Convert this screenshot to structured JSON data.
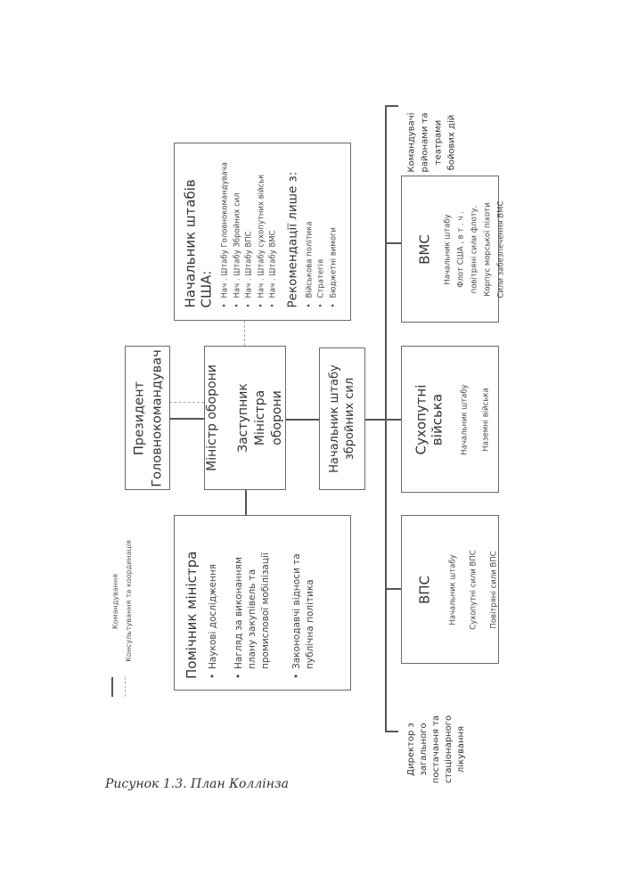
{
  "legend": {
    "command": "Командування",
    "consult": "Консультування та координація"
  },
  "president": {
    "line1": "Президент",
    "line2": "Головнокомандувач"
  },
  "minister": {
    "title": "Міністр оборони",
    "deputy": "Заступник Міністра оборони"
  },
  "chief_of_staff": {
    "title": "Начальник штабу збройних сил"
  },
  "joint_chiefs": {
    "title": "Начальник штабів США:",
    "items": [
      "Нач . Штабу Головнокомандувача",
      "Нач . Штабу Збройних сил",
      "Нач . Штабу ВПС",
      "Нач . Штабу сухопутних військ",
      "Нач . Штабу ВМС"
    ],
    "rec_title": "Рекомендації лише з:",
    "rec_items": [
      "Військова політика",
      "Стратегія",
      "Бюджетні вимоги"
    ]
  },
  "assistant": {
    "title": "Помічник міністра",
    "items": [
      "Наукові дослідження",
      "Нагляд за виконанням плану закупівель та промислової мобілізації",
      "Законодавчі відноси та публічна політика"
    ]
  },
  "navy": {
    "title": "ВМС",
    "lines": [
      "Начальник штабу",
      "Флот США , в т . ч .",
      "повітряні сили флоту.",
      "Корпус морської піхоти",
      "Сили забезпечення ВМС"
    ]
  },
  "army": {
    "title": "Сухопутні війська",
    "lines": [
      "Начальник штабу",
      "Наземні війська"
    ]
  },
  "airforce": {
    "title": "ВПС",
    "lines": [
      "Начальник штабу",
      "Сухопутні сили ВПС",
      "Повітряні сили ВПС"
    ]
  },
  "commanders": "Командувачі районами та театрами бойових дій",
  "director": "Директор з загального постачання та стаціонарного лікування",
  "caption": "Рисунок 1.3. План Коллінза"
}
